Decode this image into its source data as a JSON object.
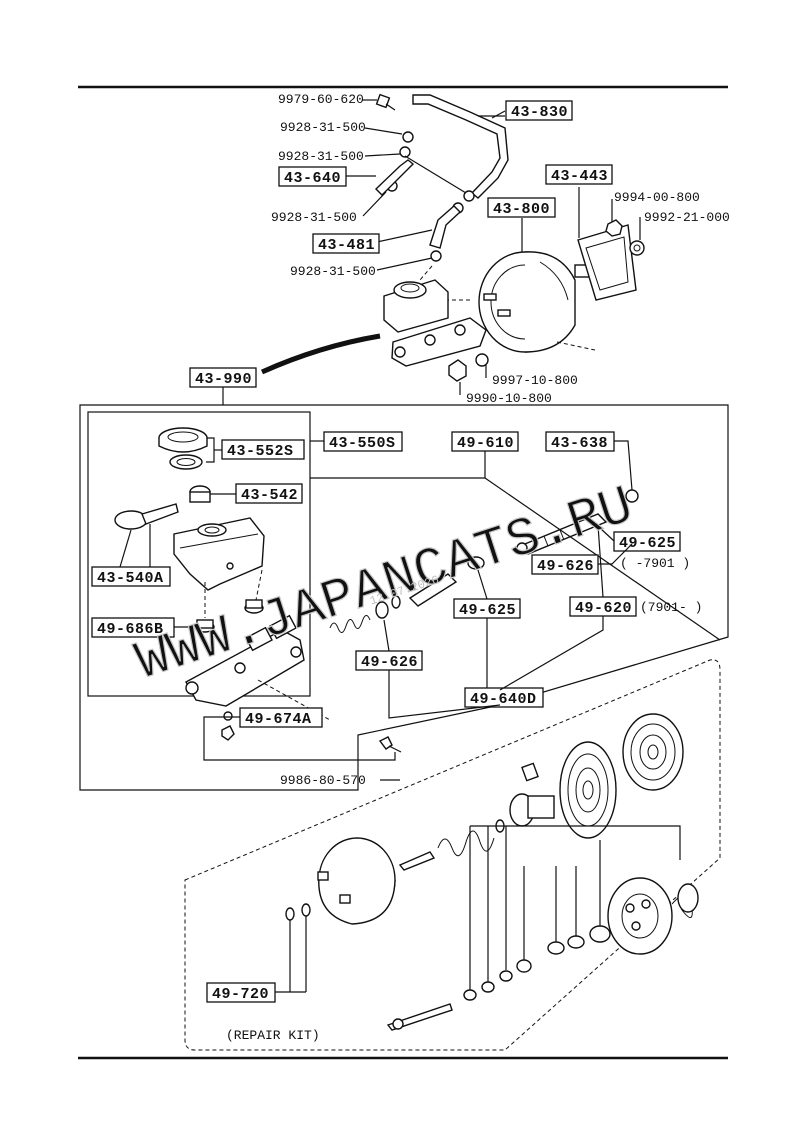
{
  "parts": {
    "p_9979_60_620": "9979-60-620",
    "p_9928_31_500_a": "9928-31-500",
    "p_9928_31_500_b": "9928-31-500",
    "p_43_640": "43-640",
    "p_9928_31_500_c": "9928-31-500",
    "p_43_481": "43-481",
    "p_9928_31_500_d": "9928-31-500",
    "p_43_830": "43-830",
    "p_43_443": "43-443",
    "p_9994_00_800": "9994-00-800",
    "p_9992_21_000": "9992-21-000",
    "p_43_800": "43-800",
    "p_9997_10_800": "9997-10-800",
    "p_9990_10_800": "9990-10-800",
    "p_43_990": "43-990",
    "p_43_550S": "43-550S",
    "p_49_610": "49-610",
    "p_43_638": "43-638",
    "p_43_552S": "43-552S",
    "p_43_542": "43-542",
    "p_43_540A": "43-540A",
    "p_49_686B": "49-686B",
    "p_49_625_a": "49-625",
    "p_49_626_a": "49-626",
    "p_49_620": "49-620",
    "p_49_625_b": "49-625",
    "p_49_626_b": "49-626",
    "p_49_640D": "49-640D",
    "p_49_674A": "49-674A",
    "p_9986_80_570": "9986-80-570",
    "p_49_720": "49-720"
  },
  "notes": {
    "range_7901_before": "( -7901 )",
    "range_7901_after": "(7901- )",
    "repair_kit": "(REPAIR KIT)"
  },
  "watermark": {
    "site": "WWW.JAPANCATS.RU",
    "date": "12.07.2026"
  }
}
